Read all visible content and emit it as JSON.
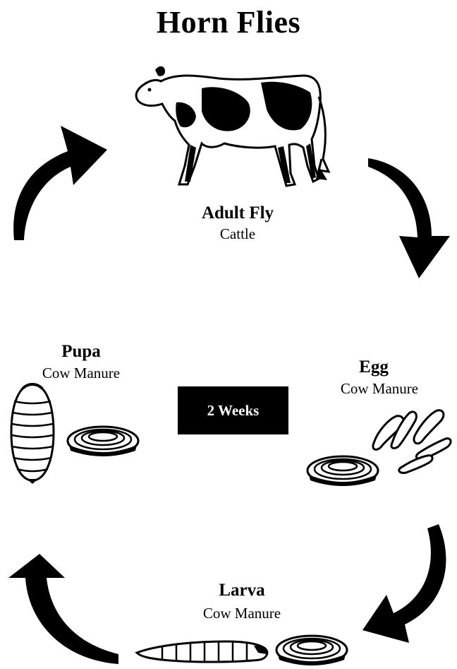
{
  "title": "Horn Flies",
  "center_label": "2 Weeks",
  "stages": {
    "adult": {
      "name": "Adult Fly",
      "host": "Cattle"
    },
    "egg": {
      "name": "Egg",
      "host": "Cow Manure"
    },
    "larva": {
      "name": "Larva",
      "host": "Cow Manure"
    },
    "pupa": {
      "name": "Pupa",
      "host": "Cow Manure"
    }
  }
}
